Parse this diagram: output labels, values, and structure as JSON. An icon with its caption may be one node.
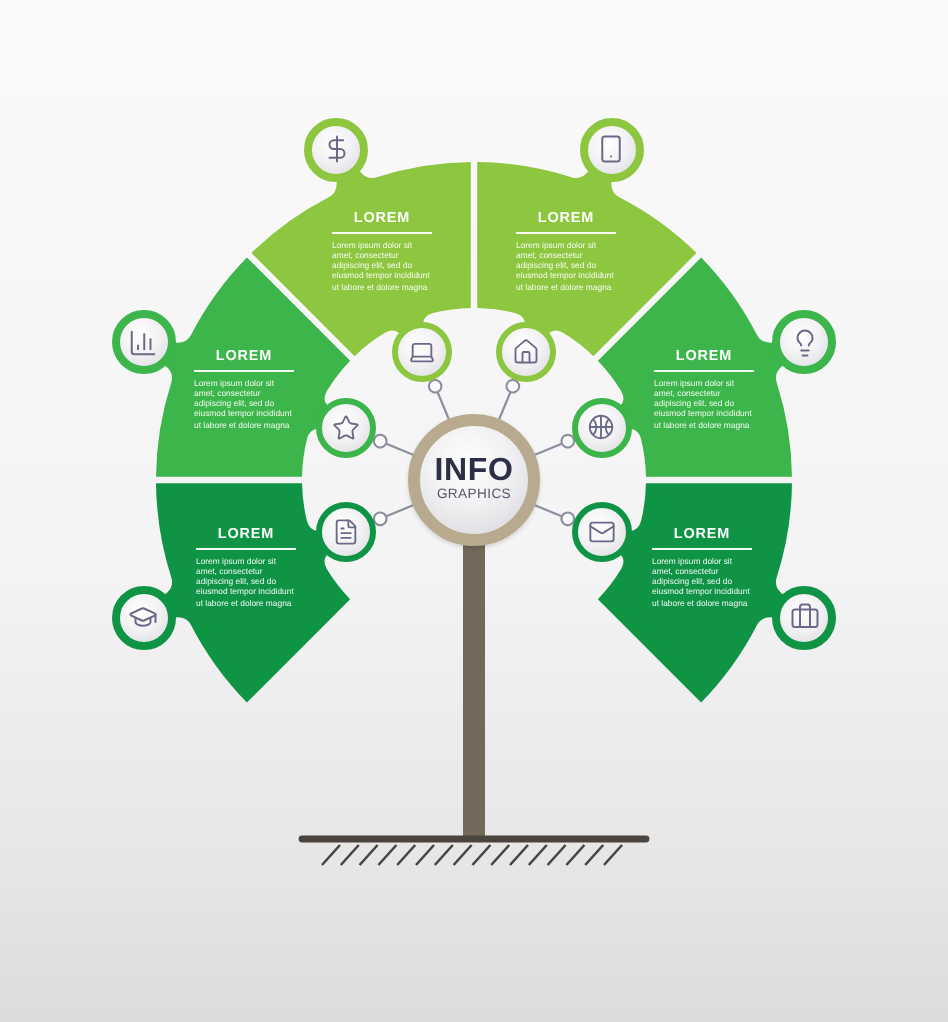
{
  "diagram": {
    "nodes": [
      {
        "text": [
          "LOREM",
          "Lorem ipsum dolor sit amet, consectetur adipiscing elit, sed do eiusmod tempor incididunt ut labore et dolore magna"
        ]
      },
      {
        "text": [
          "LOREM",
          "Lorem ipsum dolor sit amet, consectetur adipiscing elit, sed do eiusmod tempor incididunt ut labore et dolore magna"
        ]
      },
      {
        "text": [
          "LOREM",
          "Lorem ipsum dolor sit amet, consectetur adipiscing elit, sed do eiusmod tempor incididunt ut labore et dolore magna"
        ]
      },
      {
        "text": [
          "LOREM",
          "Lorem ipsum dolor sit amet, consectetur adipiscing elit, sed do eiusmod tempor incididunt ut labore et dolore magna"
        ]
      },
      {
        "text": [
          "LOREM",
          "Lorem ipsum dolor sit amet, consectetur adipiscing elit, sed do eiusmod tempor incididunt ut labore et dolore magna"
        ]
      },
      {
        "text": [
          "LOREM",
          "Lorem ipsum dolor sit amet, consectetur adipiscing elit, sed do eiusmod tempor incididunt ut labore et dolore magna"
        ]
      },
      {
        "text": [],
        "shape": "circle"
      },
      {
        "text": [],
        "shape": "circle"
      },
      {
        "text": [],
        "shape": "circle"
      },
      {
        "text": [],
        "shape": "circle"
      },
      {
        "text": [],
        "shape": "circle"
      },
      {
        "text": [],
        "shape": "circle"
      },
      {
        "text": [
          "INFO",
          "GRAPHICS"
        ]
      }
    ],
    "edges": [
      {
        "from": 12,
        "to": 6,
        "arrow": "other"
      },
      {
        "from": 12,
        "to": 7,
        "arrow": "other"
      },
      {
        "from": 12,
        "to": 8,
        "arrow": "other"
      },
      {
        "from": 12,
        "to": 9,
        "arrow": "other"
      },
      {
        "from": 12,
        "to": 10,
        "arrow": "other"
      },
      {
        "from": 12,
        "to": 11,
        "arrow": "other"
      }
    ]
  }
}
